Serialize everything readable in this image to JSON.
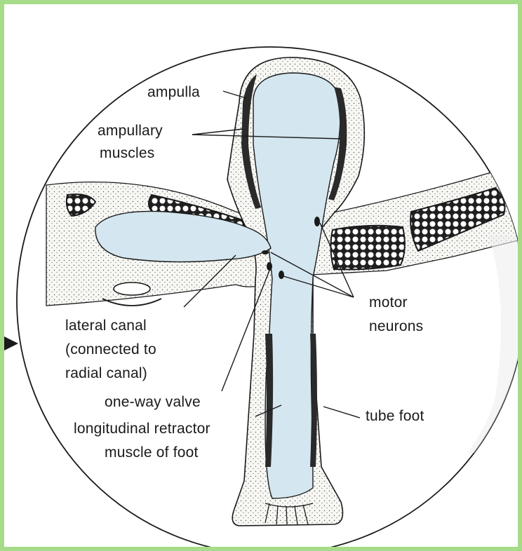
{
  "colors": {
    "frame": "#a6dc89",
    "fluid": "#d4e6ef",
    "ink": "#1a1a1a",
    "tissue": "#f7f7f4"
  },
  "labels": {
    "ampulla": "ampulla",
    "ampullary_muscles_1": "ampullary",
    "ampullary_muscles_2": "muscles",
    "lateral_canal_1": "lateral canal",
    "lateral_canal_2": "(connected to",
    "lateral_canal_3": "radial canal)",
    "one_way_valve": "one-way valve",
    "retractor_1": "longitudinal retractor",
    "retractor_2": "muscle of foot",
    "motor_neurons_1": "motor",
    "motor_neurons_2": "neurons",
    "tube_foot": "tube foot"
  }
}
